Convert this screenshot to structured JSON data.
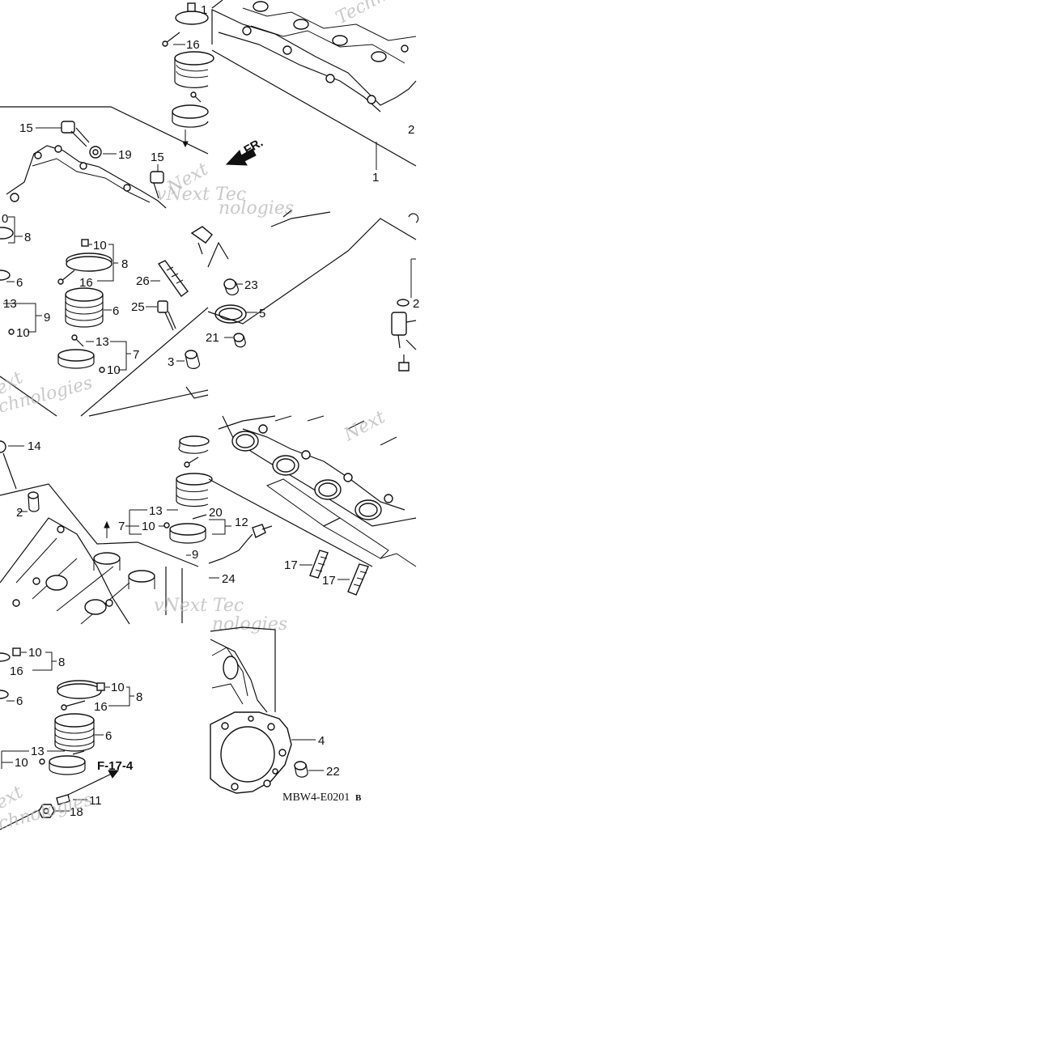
{
  "diagram": {
    "reference_code": "MBW4-E0201",
    "reference_suffix": "B",
    "direction_label": "FR.",
    "cross_reference": "F-17-4",
    "watermark_words": [
      "Next",
      "Technologies",
      "vNext Tec",
      "nologies",
      "Technol",
      "Techno",
      "ext",
      "chnologies"
    ],
    "callouts": {
      "t1_16": "16",
      "t1_15a": "15",
      "t1_19": "19",
      "t1_15b": "15",
      "t1_1top": "1",
      "t2_2": "2",
      "t2_1": "1",
      "t3_10a": "0",
      "t3_8a": "8",
      "t3_10b": "10",
      "t3_8b": "8",
      "t3_16": "16",
      "t3_26": "26",
      "t3_6a": "6",
      "t3_13a": "13",
      "t3_6b": "6",
      "t3_9": "9",
      "t3_25": "25",
      "t3_10c": "10",
      "t3_13b": "13",
      "t3_7": "7",
      "t3_3": "3",
      "t3_10d": "10",
      "t4_23": "23",
      "t4_5": "5",
      "t4_21": "21",
      "t5_14": "14",
      "t5_2": "2",
      "t5_13": "13",
      "t5_7": "7",
      "t5_10": "10",
      "t5_20": "20",
      "t5_12": "12",
      "t5_9": "9",
      "t5_24": "24",
      "t6_17a": "17",
      "t6_17b": "17",
      "t7_10a": "10",
      "t7_8a": "8",
      "t7_16a": "16",
      "t7_10b": "10",
      "t7_8b": "8",
      "t7_16b": "16",
      "t7_6a": "6",
      "t7_6b": "6",
      "t7_13": "13",
      "t7_10c": "10",
      "t7_11": "11",
      "t7_18": "18",
      "t8_4": "4",
      "t8_22": "22"
    }
  }
}
